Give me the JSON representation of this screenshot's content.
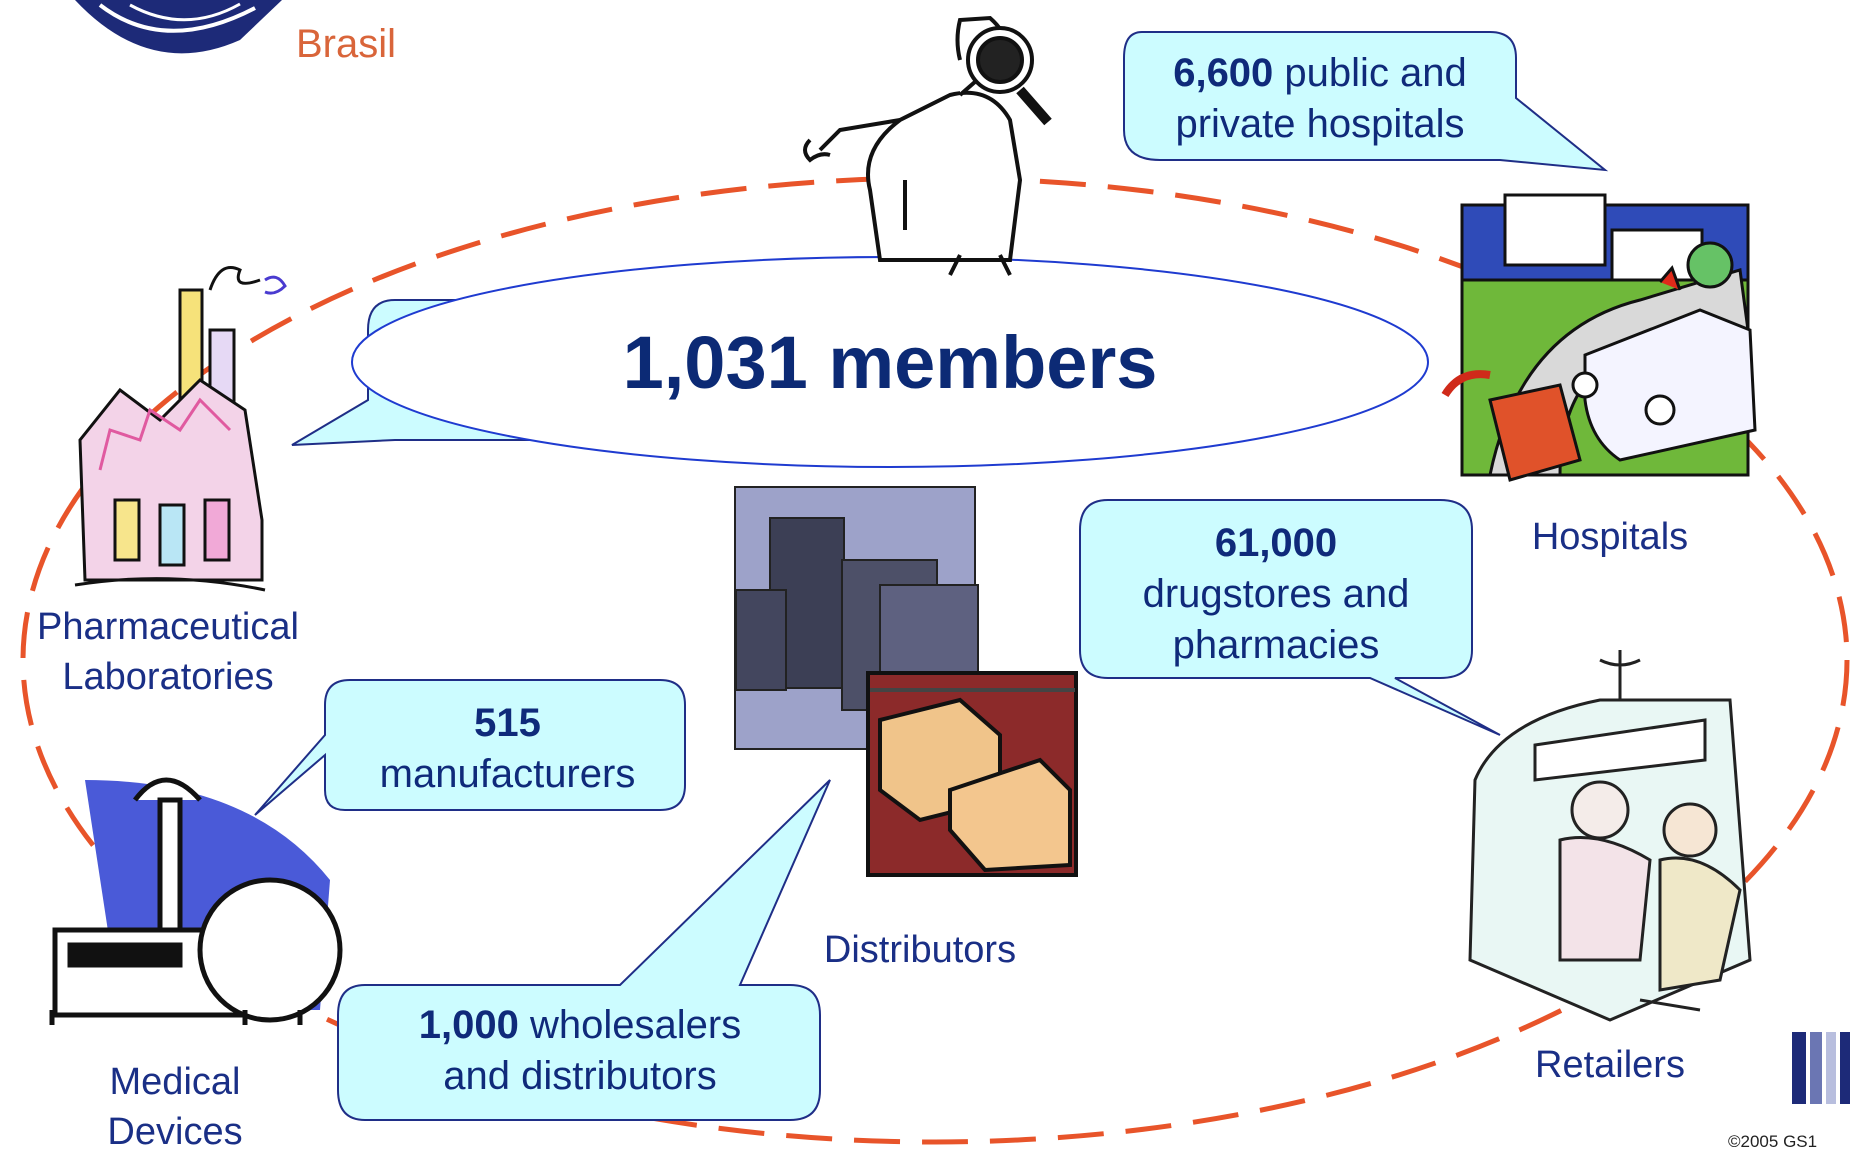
{
  "brand": {
    "country": "Brasil",
    "copyright": "©2005 GS1"
  },
  "center": {
    "title": "1,031 members"
  },
  "bubbles": {
    "hospitals": {
      "number": "6,600",
      "line1_rest": " public and",
      "line2": "private hospitals"
    },
    "retailers": {
      "number": "61,000",
      "line2": "drugstores and",
      "line3": "pharmacies"
    },
    "manufacturers": {
      "number": "515",
      "line2": "manufacturers"
    },
    "distributors": {
      "number": "1,000",
      "line1_rest": " wholesalers",
      "line2": "and distributors"
    }
  },
  "labels": {
    "pharma_line1": "Pharmaceutical",
    "pharma_line2": "Laboratories",
    "medical_line1": "Medical",
    "medical_line2": "Devices",
    "hospitals": "Hospitals",
    "distributors": "Distributors",
    "retailers": "Retailers"
  },
  "icons": [
    "gs1-logo-icon",
    "detective-clipart-icon",
    "pharmaceutical-lab-clipart-icon",
    "hospital-ambulance-clipart-icon",
    "office-buildings-clipart-icon",
    "warehouse-boxes-clipart-icon",
    "factory-clipart-icon",
    "pharmacy-clipart-icon"
  ],
  "colors": {
    "accent": "#e8542a",
    "text": "#1a2f86",
    "bubble": "#ccfcff",
    "bubble_border": "#1f2e87"
  }
}
